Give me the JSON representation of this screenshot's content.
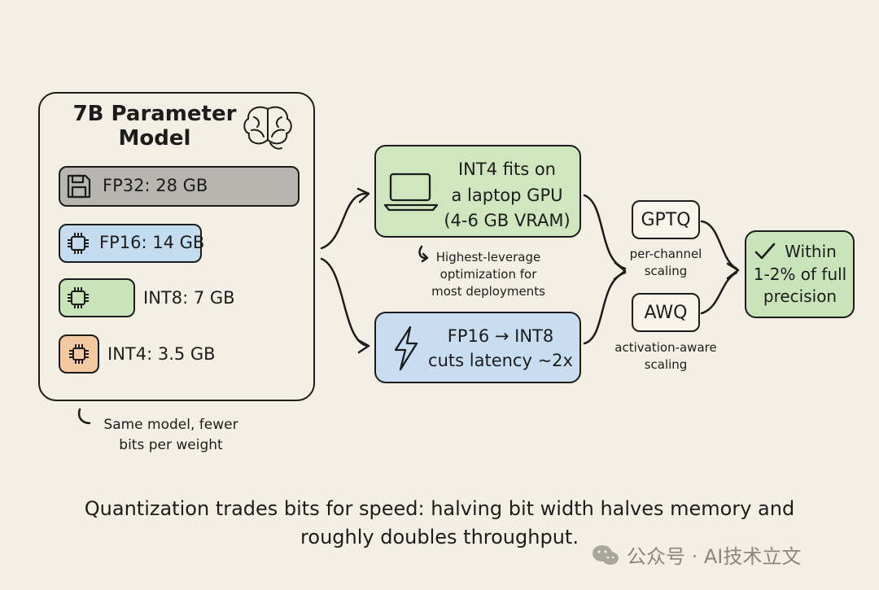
{
  "model": {
    "title_line1": "7B Parameter",
    "title_line2": "Model",
    "icon": "brain-icon",
    "bars": [
      {
        "label": "FP32: 28 GB",
        "icon": "floppy-disk-icon",
        "color": "#b7b5b0"
      },
      {
        "label": "FP16: 14 GB",
        "icon": "chip-icon",
        "color": "#c4dcef"
      },
      {
        "label": "INT8: 7 GB",
        "icon": "chip-icon",
        "color": "#c9e4b8"
      },
      {
        "label": "INT4: 3.5 GB",
        "icon": "chip-icon",
        "color": "#f4c9a2"
      }
    ],
    "note_line1": "Same model, fewer",
    "note_line2": "bits per weight"
  },
  "outcomes": {
    "int4": {
      "icon": "laptop-icon",
      "line1": "INT4 fits on",
      "line2": "a laptop GPU",
      "line3": "(4-6 GB VRAM)",
      "color": "#cfe6bf"
    },
    "int4_note": {
      "line1": "Highest-leverage",
      "line2": "optimization for",
      "line3": "most deployments"
    },
    "fp16": {
      "icon": "lightning-icon",
      "line1": "FP16 → INT8",
      "line2": "cuts latency ~2x",
      "color": "#c8def0"
    }
  },
  "methods": {
    "gptq": {
      "label": "GPTQ",
      "caption_line1": "per-channel",
      "caption_line2": "scaling"
    },
    "awq": {
      "label": "AWQ",
      "caption_line1": "activation-aware",
      "caption_line2": "scaling"
    }
  },
  "result": {
    "icon": "checkmark-icon",
    "line1": "Within",
    "line2": "1-2% of full",
    "line3": "precision",
    "color": "#c9e4b8"
  },
  "caption": {
    "line1": "Quantization trades bits for speed: halving bit width halves memory and",
    "line2": "roughly doubles throughput."
  },
  "watermark": "公众号 · AI技术立文"
}
